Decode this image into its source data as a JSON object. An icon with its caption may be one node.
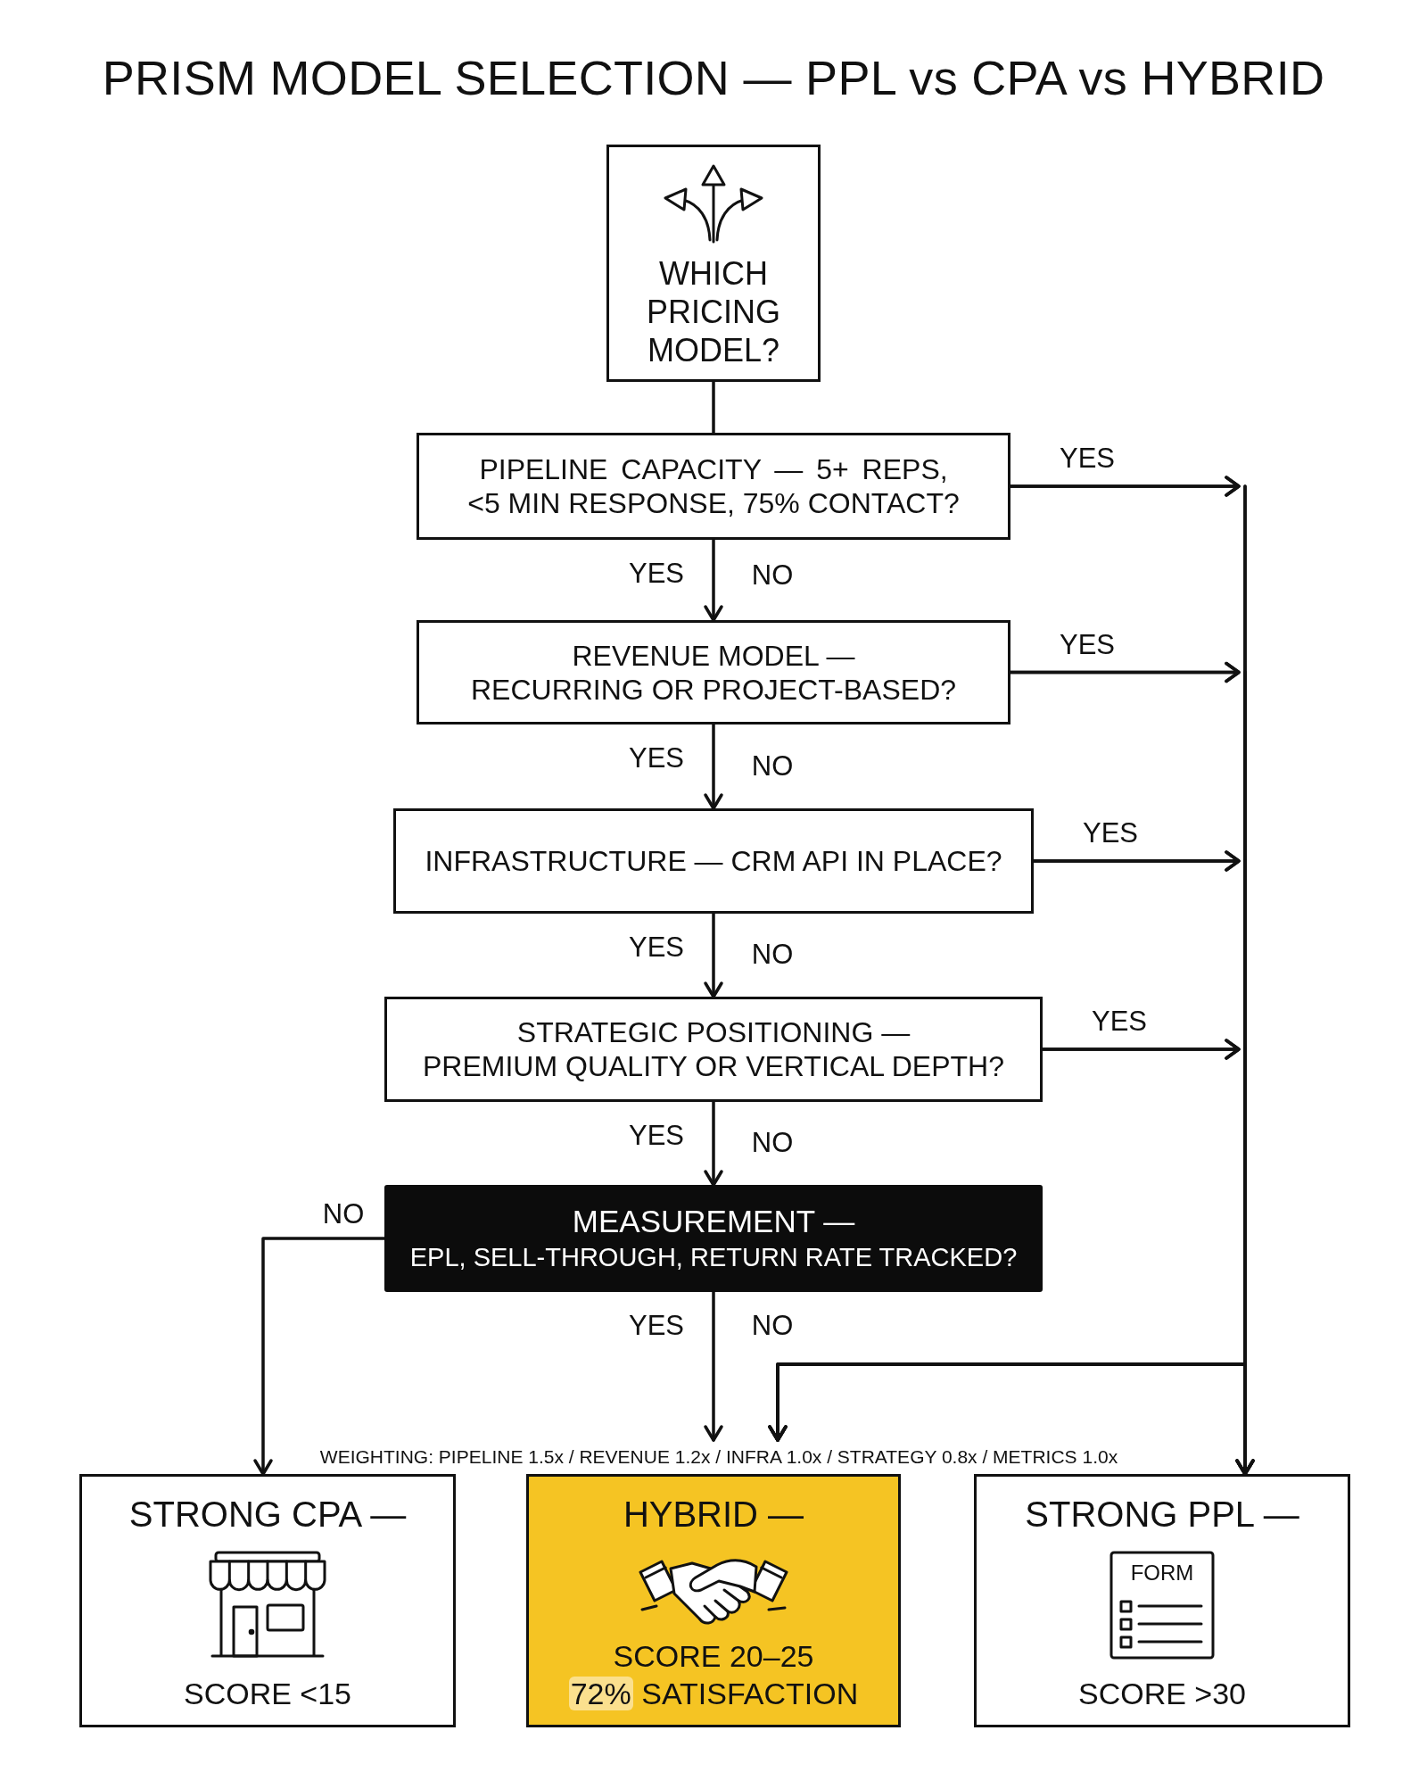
{
  "diagram": {
    "title": "PRISM MODEL SELECTION — PPL vs CPA vs HYBRID",
    "nodes": [
      {
        "text": [
          "WHICH PRICING MODEL?"
        ]
      },
      {
        "text": [
          "PIPELINE CAPACITY — 5+ REPS, <5 MIN RESPONSE, 75% CONTACT?"
        ]
      },
      {
        "text": [
          "REVENUE MODEL —",
          "RECURRING OR PROJECT-BASED?"
        ]
      },
      {
        "text": [
          "INFRASTRUCTURE — CRM API IN PLACE?"
        ]
      },
      {
        "text": [
          "STRATEGIC POSITIONING —",
          "PREMIUM QUALITY OR VERTICAL DEPTH?"
        ]
      },
      {
        "text": [
          "MEASUREMENT —",
          "EPL, SELL-THROUGH, RETURN RATE TRACKED?"
        ]
      },
      {
        "text": [
          "STRONG CPA —",
          "SCORE <15"
        ]
      },
      {
        "text": [
          "HYBRID —",
          "SCORE 20–25",
          "**72%** SATISFACTION"
        ]
      },
      {
        "text": [
          "STRONG PPL —",
          "FORM",
          "SCORE >30"
        ]
      }
    ],
    "edges": [
      {
        "from": 0,
        "to": 1,
        "arrow": "none"
      },
      {
        "from": 1,
        "to": 2,
        "arrow": "to",
        "label": "YES"
      },
      {
        "from": 2,
        "to": 3,
        "arrow": "to",
        "label": "YES"
      },
      {
        "from": 3,
        "to": 4,
        "arrow": "to",
        "label": "YES"
      },
      {
        "from": 4,
        "to": 5,
        "arrow": "to",
        "label": "YES"
      },
      {
        "from": 5,
        "to": 7,
        "arrow": "to",
        "label": "YES"
      },
      {
        "from": 5,
        "to": 6,
        "arrow": "to",
        "label": "NO"
      },
      {
        "from": 1,
        "to": 8,
        "arrow": "to",
        "label": "YES"
      },
      {
        "from": 1,
        "to": 7,
        "arrow": "to"
      },
      {
        "from": 2,
        "to": 8,
        "arrow": "to",
        "label": "YES"
      },
      {
        "from": 2,
        "to": 7,
        "arrow": "to"
      },
      {
        "from": 3,
        "to": 8,
        "arrow": "to",
        "label": "YES"
      },
      {
        "from": 3,
        "to": 7,
        "arrow": "to"
      },
      {
        "from": 4,
        "to": 8,
        "arrow": "to",
        "label": "YES"
      },
      {
        "from": 4,
        "to": 7,
        "arrow": "to"
      }
    ],
    "labels": [
      "NO",
      "NO",
      "NO",
      "NO",
      "NO",
      "WEIGHTING: PIPELINE 1.5x / REVENUE 1.2x / INFRA 1.0x / STRATEGY 0.8x / METRICS 1.0x"
    ]
  }
}
